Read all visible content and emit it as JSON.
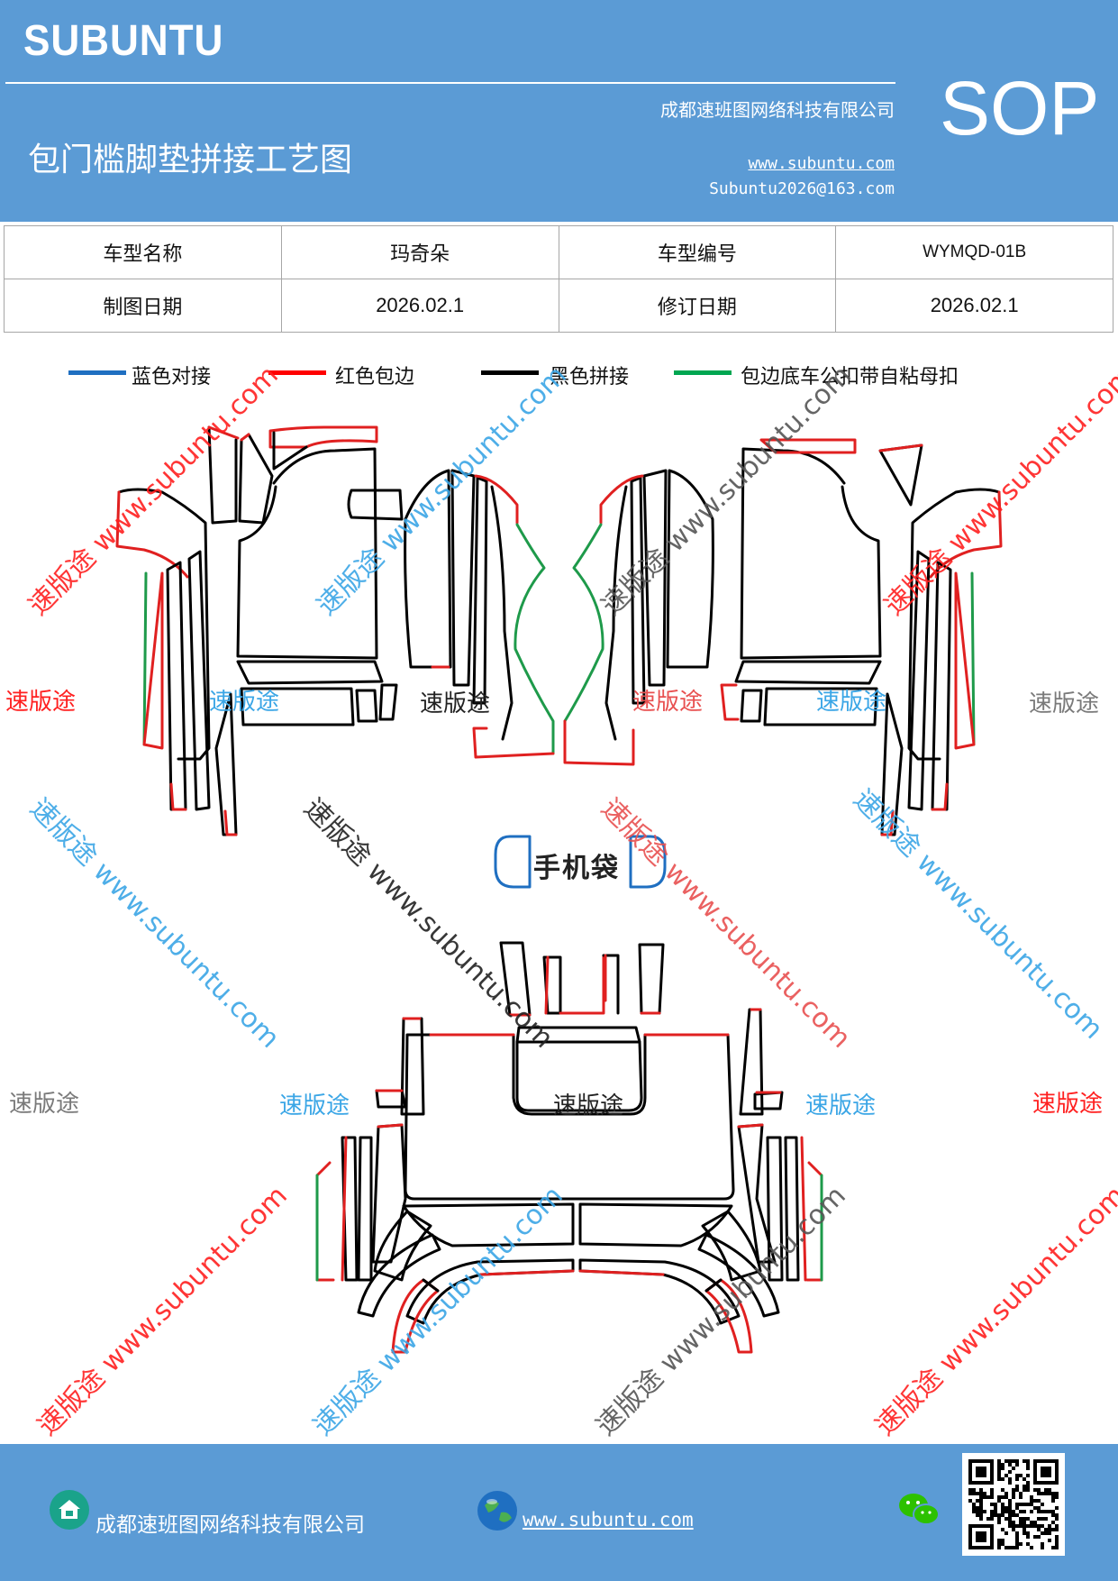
{
  "header": {
    "brand": "SUBUNTU",
    "company": "成都速班图网络科技有限公司",
    "title": "包门槛脚垫拼接工艺图",
    "website": "www.subuntu.com",
    "email": "Subuntu2026@163.com",
    "sop": "SOP"
  },
  "info_table": {
    "rows": [
      [
        "车型名称",
        "玛奇朵",
        "车型编号",
        "WYMQD-01B"
      ],
      [
        "制图日期",
        "2026.02.1",
        "修订日期",
        "2026.02.1"
      ]
    ]
  },
  "legend": [
    {
      "label": "蓝色对接",
      "color": "#1f6fc1"
    },
    {
      "label": "红色包边",
      "color": "#ff0000"
    },
    {
      "label": "黑色拼接",
      "color": "#000000"
    },
    {
      "label": "包边底车公扣带自粘母扣",
      "color": "#00a651"
    }
  ],
  "watermark": {
    "brand": "速版途",
    "url": "www.subuntu.com",
    "full": "速版途 www.subuntu.com"
  },
  "diagram": {
    "phone_pocket_label": "手机袋"
  },
  "colors": {
    "header_bg": "#5b9bd5",
    "blue": "#1f6fc1",
    "red": "#e02020",
    "black": "#000000",
    "green": "#1e9a4a",
    "watermark_red": "#ff2020",
    "watermark_blue": "#3ba6e6",
    "watermark_gray": "#7a7a7a"
  },
  "footer": {
    "company": "成都速班图网络科技有限公司",
    "website": "www.subuntu.com ",
    "icons": [
      "home-icon",
      "globe-icon",
      "wechat-icon",
      "qr-code"
    ]
  }
}
